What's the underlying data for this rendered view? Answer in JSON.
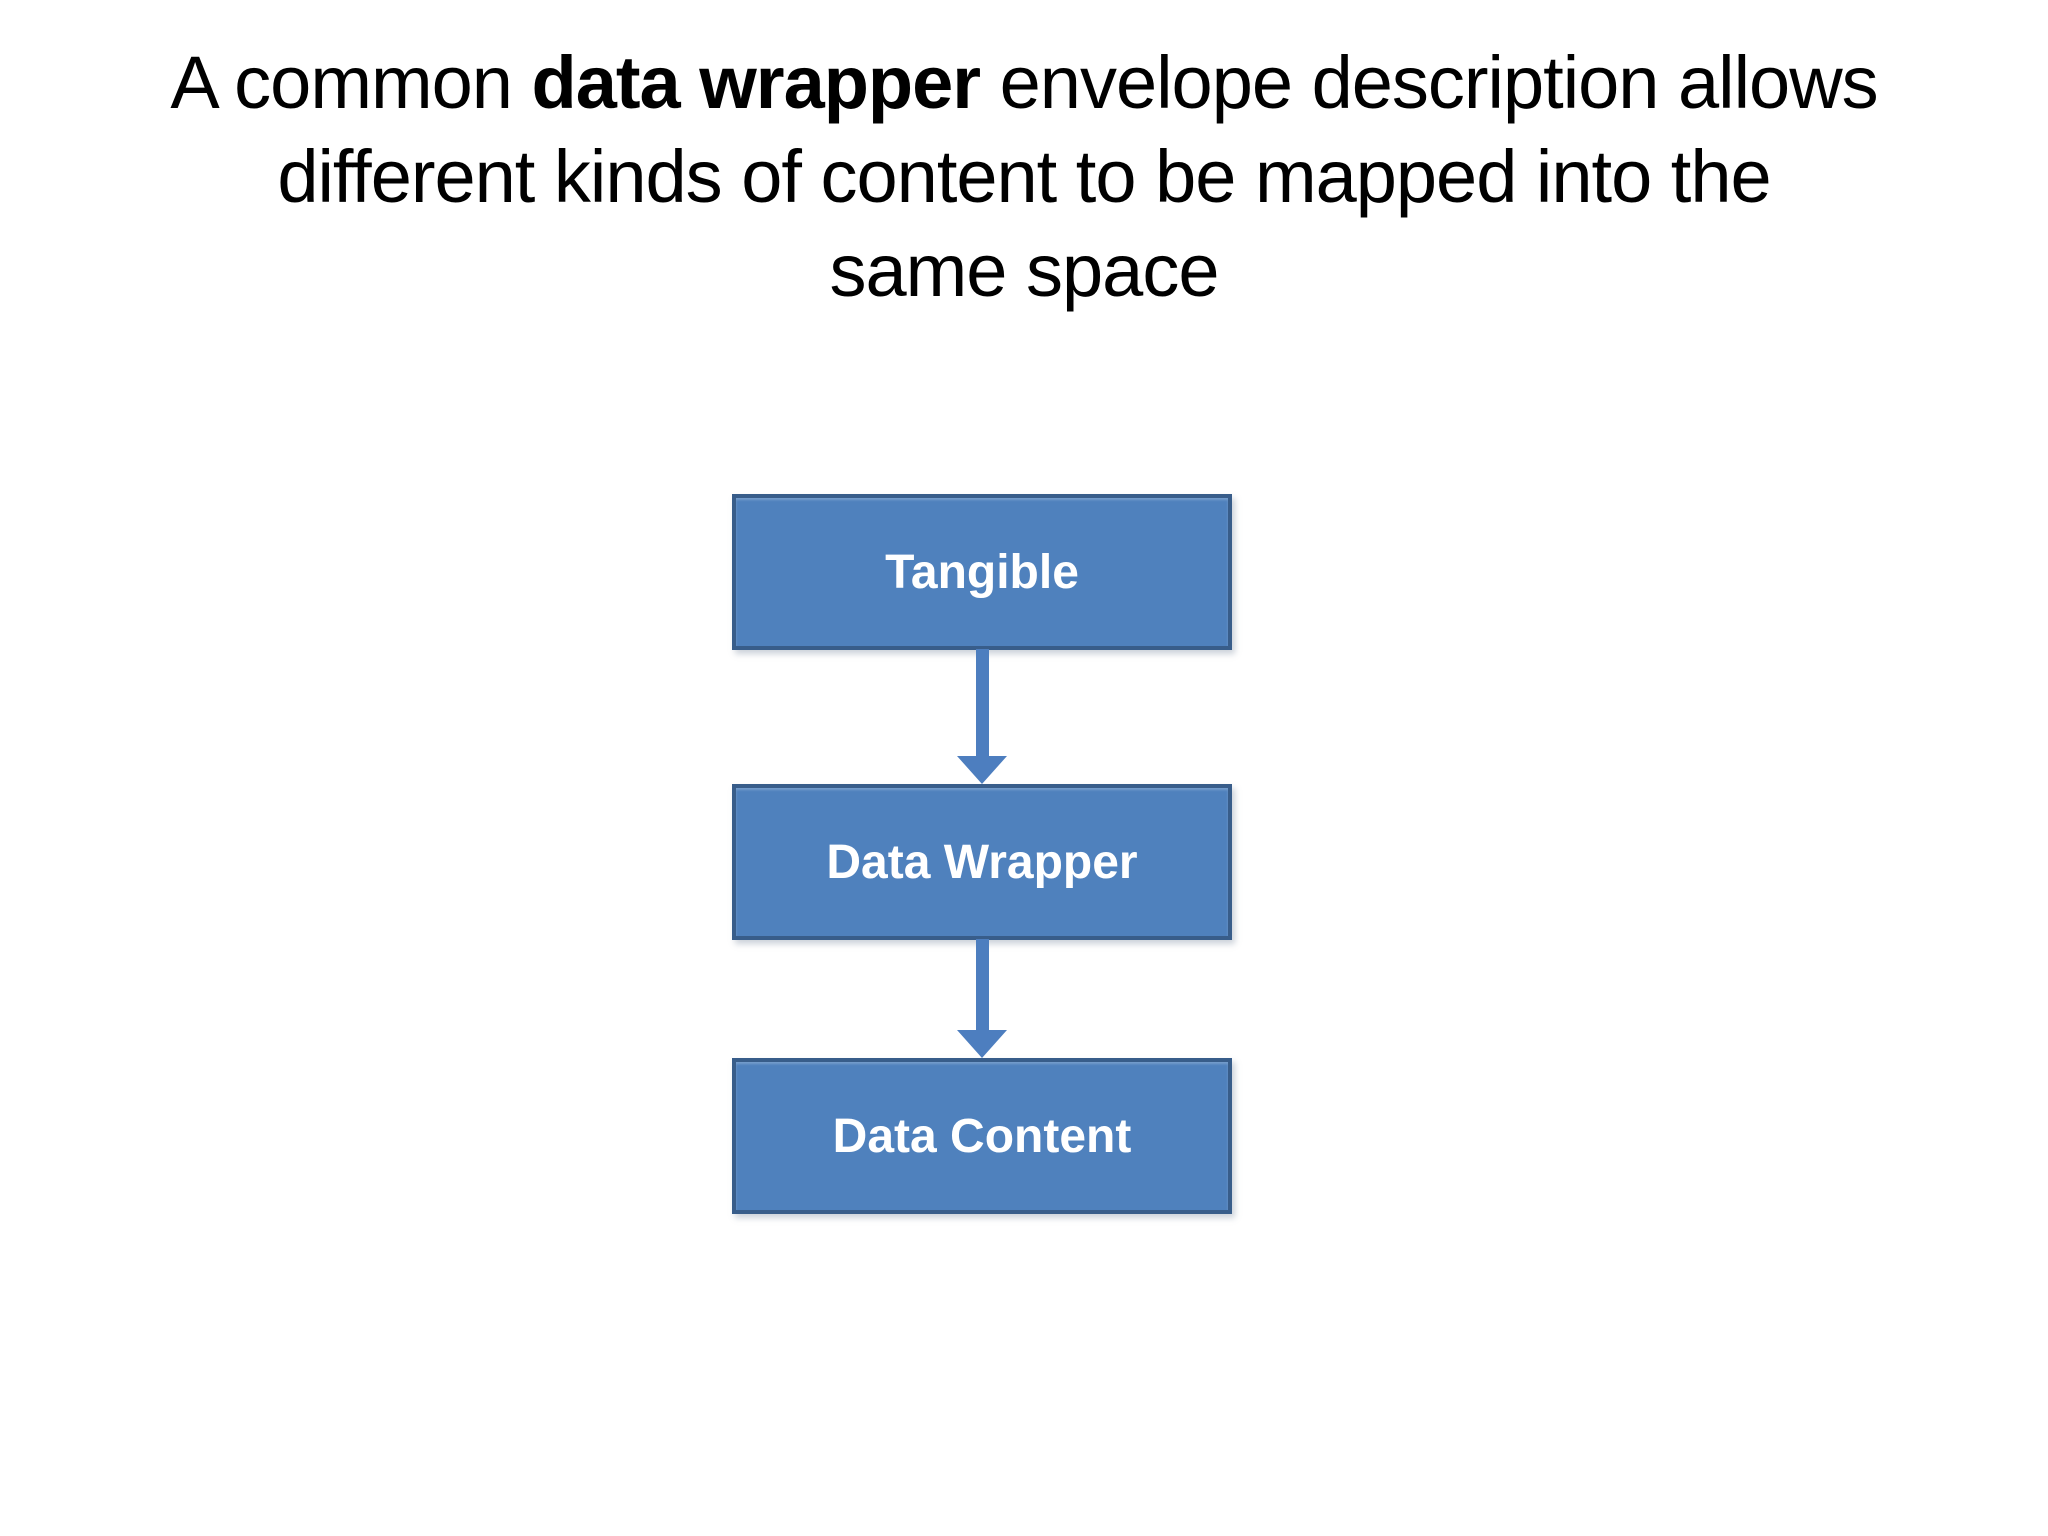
{
  "slide": {
    "background": "#ffffff"
  },
  "title": {
    "line1_prefix": "A common ",
    "line1_bold": "data wrapper",
    "line1_suffix": " envelope description allows",
    "line2": "different kinds of content to be mapped into the",
    "line3": "same space",
    "full_text": "A common data wrapper envelope description allows different kinds of content to be mapped into the same space"
  },
  "diagram": {
    "type": "flowchart",
    "direction": "top-down",
    "nodes": [
      {
        "id": "tangible",
        "label": "Tangible"
      },
      {
        "id": "data-wrapper",
        "label": "Data Wrapper"
      },
      {
        "id": "data-content",
        "label": "Data Content"
      }
    ],
    "edges": [
      {
        "from": "tangible",
        "to": "data-wrapper",
        "style": "arrow-down"
      },
      {
        "from": "data-wrapper",
        "to": "data-content",
        "style": "arrow-down"
      }
    ]
  },
  "colors": {
    "slide_bg": "#ffffff",
    "title_text": "#000000",
    "node_fill": "#4f81bd",
    "node_border": "#385d8a",
    "node_text": "#ffffff",
    "arrow": "#4d7ebf"
  }
}
